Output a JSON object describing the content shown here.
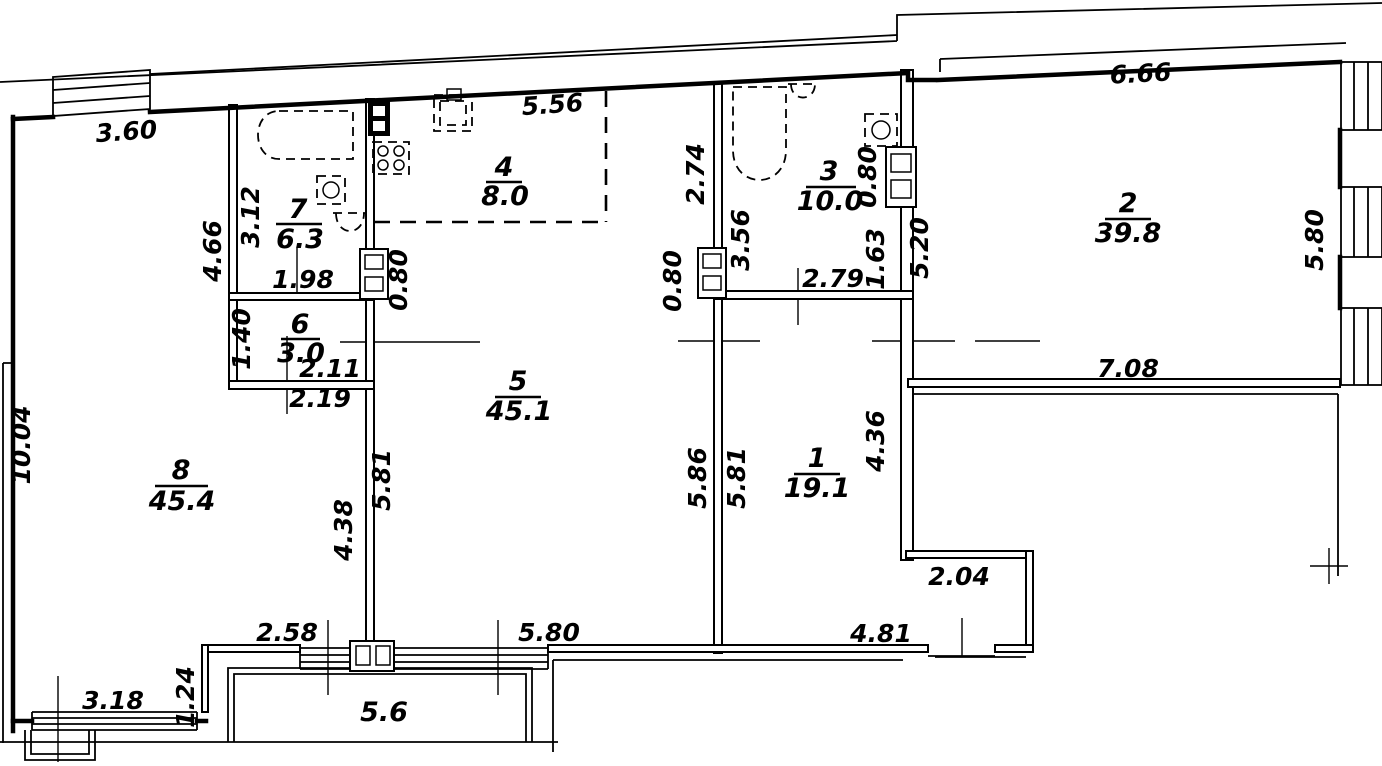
{
  "rooms": {
    "room1": {
      "number": "1",
      "area": "19.1"
    },
    "room2": {
      "number": "2",
      "area": "39.8"
    },
    "room3": {
      "number": "3",
      "area": "10.0"
    },
    "room4": {
      "number": "4",
      "area": "8.0"
    },
    "room5": {
      "number": "5",
      "area": "45.1"
    },
    "room6": {
      "number": "6",
      "area": "3.0"
    },
    "room7": {
      "number": "7",
      "area": "6.3"
    },
    "room8": {
      "number": "8",
      "area": "45.4"
    }
  },
  "balcony": {
    "area": "5.6"
  },
  "dimensions": {
    "top_left_window": "3.60",
    "room8_left_height": "10.04",
    "room8_right_height": "4.66",
    "room7_left_height": "3.12",
    "room7_bottom_width": "1.98",
    "room7_door_width": "0.80",
    "room4_top_width": "5.56",
    "hall_height": "2.74",
    "room3_left_height": "3.56",
    "room3_door_width": "0.80",
    "room3_right_height": "1.63",
    "room3_bottom_width": "2.79",
    "room2_door_width": "0.80",
    "room2_left_height": "5.20",
    "room2_top_width": "6.66",
    "room2_right_height": "5.80",
    "room2_bottom_width": "7.08",
    "room5_right_height": "5.86",
    "room1_left_height": "5.81",
    "room1_right_height": "4.36",
    "room1_nook_width": "2.04",
    "room1_bottom_width": "4.81",
    "room5_left_height": "5.81",
    "room8_wall_height": "4.38",
    "room6_width_a": "2.11",
    "room6_width_b": "2.19",
    "room6_left_height": "1.40",
    "room8_step_width": "2.58",
    "room5_bottom_window": "5.80",
    "room8_bottom_window": "3.18",
    "room8_step_height": "1.24"
  },
  "colors": {
    "line": "#000000",
    "background": "#ffffff"
  }
}
